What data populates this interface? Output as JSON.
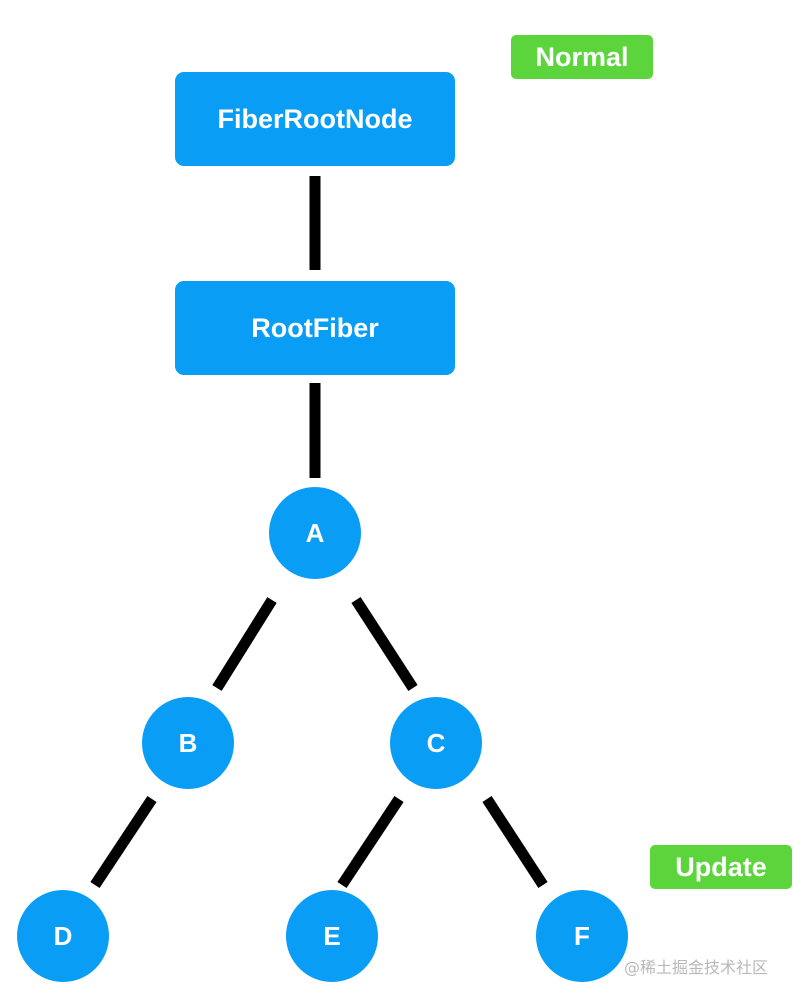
{
  "tags": {
    "normal": "Normal",
    "update": "Update"
  },
  "nodes": {
    "fiber_root_node": "FiberRootNode",
    "root_fiber": "RootFiber",
    "a": "A",
    "b": "B",
    "c": "C",
    "d": "D",
    "e": "E",
    "f": "F"
  },
  "watermark": "@稀土掘金技术社区",
  "colors": {
    "node": "#0a9df6",
    "tag": "#5cd53c",
    "edge": "#000000"
  }
}
